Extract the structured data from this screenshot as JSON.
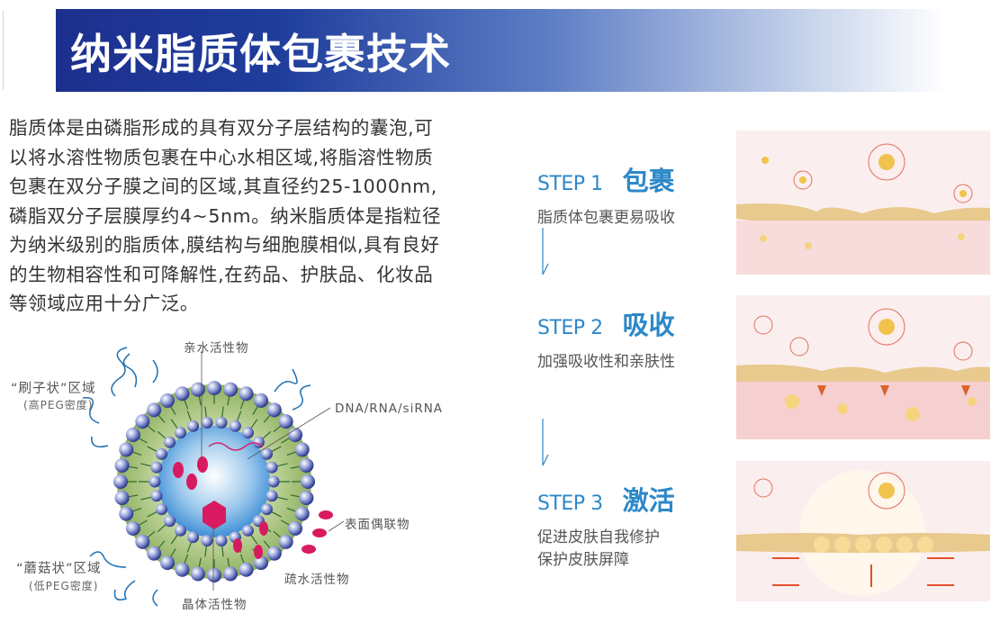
{
  "header": {
    "title": "纳米脂质体包裹技术"
  },
  "intro": "脂质体是由磷脂形成的具有双分子层结构的囊泡,可以将水溶性物质包裹在中心水相区域,将脂溶性物质包裹在双分子膜之间的区域,其直径约25-1000nm,磷脂双分子层膜厚约4~5nm。纳米脂质体是指粒径为纳米级别的脂质体,膜结构与细胞膜相似,具有良好的生物相容性和可降解性,在药品、护肤品、化妆品等领域应用十分广泛。",
  "diagram": {
    "hydrophilic": "亲水活性物",
    "brush": "“刷子状”区域",
    "brush_sub": "(高PEG密度)",
    "nucleic": "DNA/RNA/siRNA",
    "surface": "表面偶联物",
    "mushroom": "“蘑菇状”区域",
    "mushroom_sub": "(低PEG密度)",
    "hydrophobic": "疏水活性物",
    "crystal": "晶体活性物"
  },
  "steps": [
    {
      "step": "STEP 1",
      "title": "包裹",
      "desc": "脂质体包裹更易吸收"
    },
    {
      "step": "STEP 2",
      "title": "吸收",
      "desc": "加强吸收性和亲肤性"
    },
    {
      "step": "STEP 3",
      "title": "激活",
      "desc": "促进皮肤自我修护",
      "desc2": "保护皮肤屏障"
    }
  ],
  "colors": {
    "accent": "#2d88c8",
    "header": "#1d2f8e"
  }
}
